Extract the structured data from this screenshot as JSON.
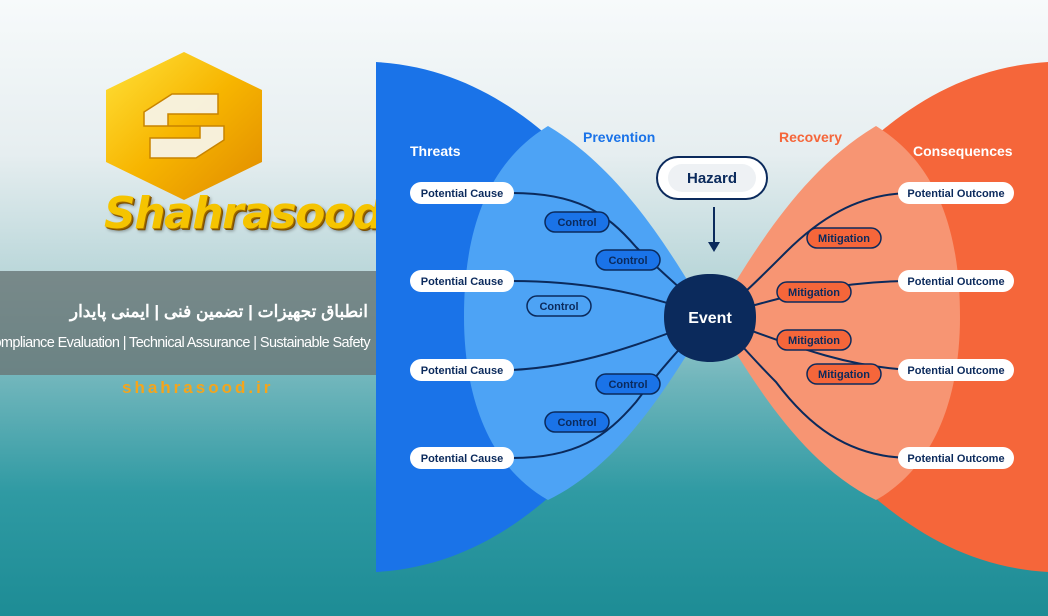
{
  "brand": {
    "name": "Shahrasood",
    "tagline_fa": "انطباق تجهیزات | تضمین فنی | ایمنی پایدار",
    "tagline_en": "Compliance Evaluation | Technical Assurance | Sustainable Safety",
    "website": "shahrasood.ir",
    "colors": {
      "gold": "#f5c400",
      "orange_text": "#f4a51c"
    }
  },
  "diagram": {
    "headings": {
      "threats": "Threats",
      "prevention": "Prevention",
      "recovery": "Recovery",
      "consequences": "Consequences"
    },
    "hazard": "Hazard",
    "event": "Event",
    "causes": [
      "Potential Cause",
      "Potential Cause",
      "Potential Cause",
      "Potential Cause"
    ],
    "controls": [
      "Control",
      "Control",
      "Control",
      "Control",
      "Control"
    ],
    "mitigations": [
      "Mitigation",
      "Mitigation",
      "Mitigation",
      "Mitigation"
    ],
    "outcomes": [
      "Potential Outcome",
      "Potential Outcome",
      "Potential Outcome",
      "Potential Outcome"
    ],
    "colors": {
      "blue_dark": "#1a73e8",
      "blue_light": "#4da3f5",
      "orange_dark": "#f5663a",
      "orange_light": "#f79573",
      "navy": "#0b2a5c"
    }
  }
}
